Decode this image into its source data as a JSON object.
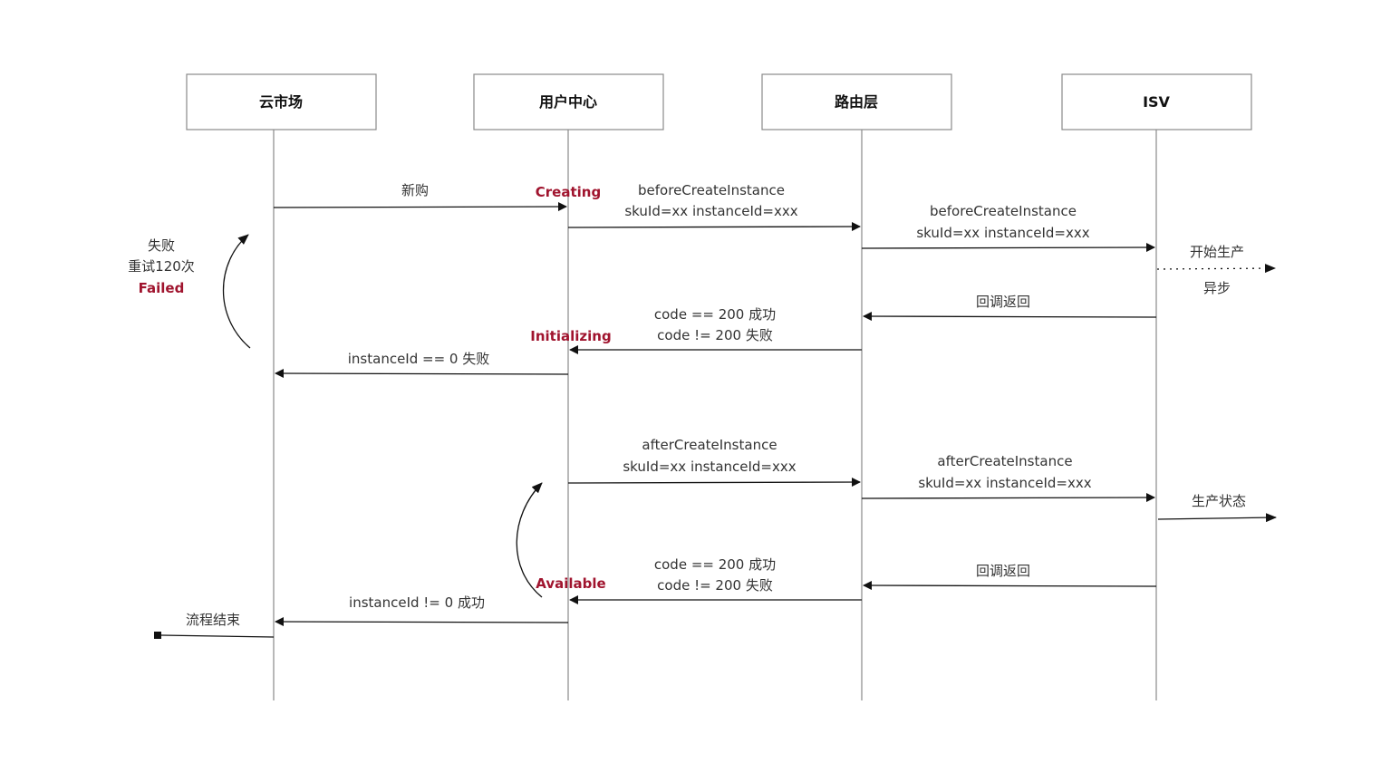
{
  "colors": {
    "state": "#a0142e",
    "line": "#111111",
    "lifeline": "#8a8a8a"
  },
  "participants": [
    {
      "label": "云市场"
    },
    {
      "label": "用户中心"
    },
    {
      "label": "路由层"
    },
    {
      "label": "ISV"
    }
  ],
  "messages": {
    "new_purchase": "新购",
    "before_create_1": "beforeCreateInstance",
    "before_create_1_params": "skuId=xx instanceId=xxx",
    "before_create_2": "beforeCreateInstance",
    "before_create_2_params": "skuId=xx instanceId=xxx",
    "start_production": "开始生产",
    "async": "异步",
    "callback_1": "回调返回",
    "code_ok_1": "code == 200 成功",
    "code_fail_1": "code != 200 失败",
    "instance_fail": "instanceId == 0 失败",
    "after_create_1": "afterCreateInstance",
    "after_create_1_params": "skuId=xx instanceId=xxx",
    "after_create_2": "afterCreateInstance",
    "after_create_2_params": "skuId=xx instanceId=xxx",
    "production_status": "生产状态",
    "callback_2": "回调返回",
    "code_ok_2": "code == 200 成功",
    "code_fail_2": "code != 200 失败",
    "instance_ok": "instanceId != 0 成功",
    "flow_end": "流程结束"
  },
  "states": {
    "creating": "Creating",
    "initializing": "Initializing",
    "available": "Available",
    "failed": "Failed"
  },
  "retry": {
    "fail": "失败",
    "retry_times": "重试120次"
  }
}
